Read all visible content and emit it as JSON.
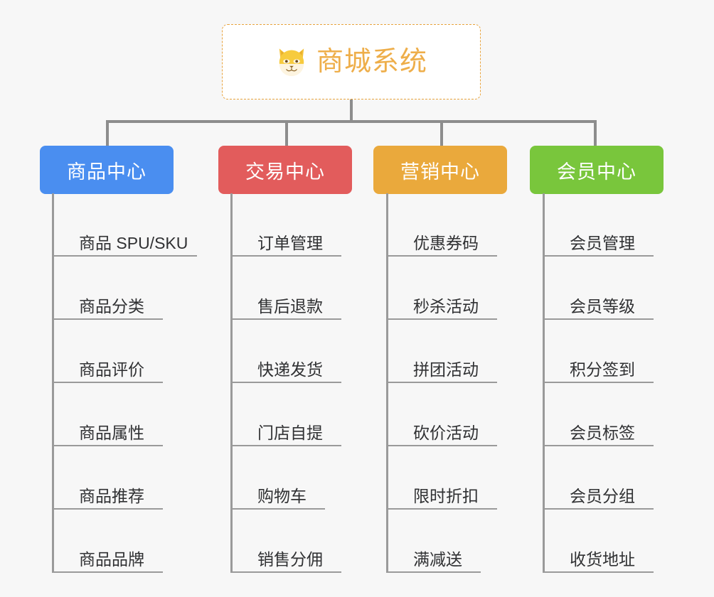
{
  "diagram": {
    "type": "org-chart",
    "background_color": "#f7f7f7",
    "root": {
      "title": "商城系统",
      "icon": "shiba-inu-dog-face-icon",
      "text_color": "#eeae4a",
      "border_color": "#e8a33d",
      "background_color": "#ffffff"
    },
    "connector_color": "#8d8d8d",
    "leaf_line_color": "#9a9a9a",
    "leaf_text_color": "#303133",
    "branches": [
      {
        "label": "商品中心",
        "color": "#4a8ef0",
        "items": [
          "商品 SPU/SKU",
          "商品分类",
          "商品评价",
          "商品属性",
          "商品推荐",
          "商品品牌"
        ]
      },
      {
        "label": "交易中心",
        "color": "#e25c5c",
        "items": [
          "订单管理",
          "售后退款",
          "快递发货",
          "门店自提",
          "购物车",
          "销售分佣"
        ]
      },
      {
        "label": "营销中心",
        "color": "#eaa93c",
        "items": [
          "优惠券码",
          "秒杀活动",
          "拼团活动",
          "砍价活动",
          "限时折扣",
          "满减送"
        ]
      },
      {
        "label": "会员中心",
        "color": "#79c63c",
        "items": [
          "会员管理",
          "会员等级",
          "积分签到",
          "会员标签",
          "会员分组",
          "收货地址"
        ]
      }
    ]
  }
}
